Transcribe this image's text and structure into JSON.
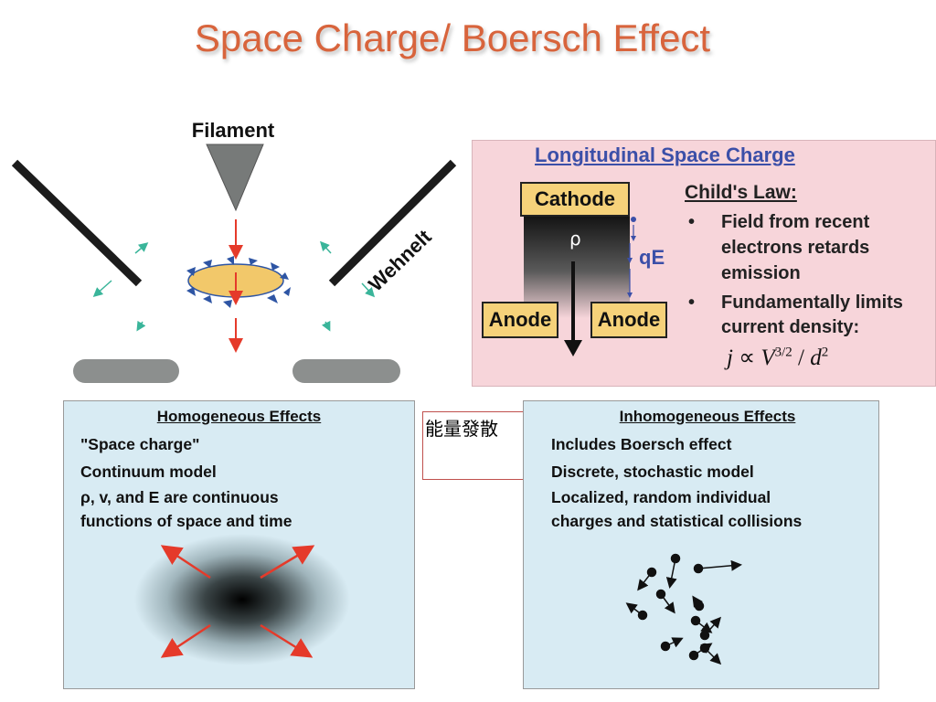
{
  "title": "Space Charge/ Boersch Effect",
  "gun": {
    "filament_label": "Filament",
    "wehnelt_label": "Wehnelt",
    "colors": {
      "electrode": "#222222",
      "anode": "#8c8f8e",
      "beam": "#e53a2a",
      "bunch": "#f2c86a",
      "blue_arrows": "#2e55a4",
      "teal_arrows": "#3ab59a"
    }
  },
  "longitudinal": {
    "heading": "Longitudinal Space Charge",
    "heading_color": "#3b4fa8",
    "cathode_label": "Cathode",
    "anode_left": "Anode",
    "anode_right": "Anode",
    "rho": "ρ",
    "qe": "qE",
    "law_title": "Child's Law:",
    "bullets": [
      {
        "mark": "•",
        "line1": "Field from recent",
        "line2": "electrons retards",
        "line3": "emission"
      },
      {
        "mark": "•",
        "line1": "Fundamentally limits",
        "line2": "current density:"
      }
    ],
    "formula": {
      "j": "j",
      "prop": " ∝ ",
      "V": "V",
      "exp": "3/2",
      "div": " / ",
      "d": "d",
      "exp2": "2"
    }
  },
  "homogeneous": {
    "title": "Homogeneous Effects",
    "lines": [
      "\"Space charge\"",
      "Continuum model",
      "ρ, v, and E are continuous",
      "functions of space and time"
    ]
  },
  "note": {
    "text": "能量發散"
  },
  "inhomogeneous": {
    "title": "Inhomogeneous Effects",
    "lines": [
      "Includes Boersch effect",
      "Discrete, stochastic model",
      "Localized, random individual",
      "charges and statistical collisions"
    ]
  }
}
